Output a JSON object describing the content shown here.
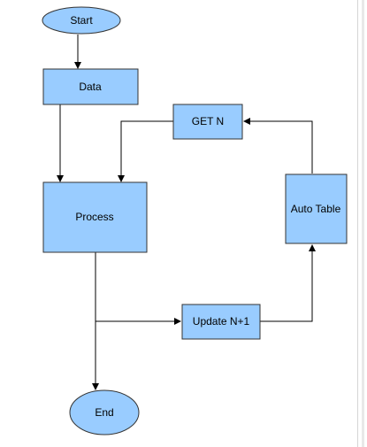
{
  "colors": {
    "node_fill": "#99ccff",
    "node_stroke": "#333333",
    "edge": "#000000",
    "background": "#ffffff"
  },
  "flowchart": {
    "start": "Start",
    "data": "Data",
    "get_n": "GET N",
    "process": "Process",
    "auto_table": "Auto Table",
    "update": "Update N+1",
    "end": "End"
  }
}
